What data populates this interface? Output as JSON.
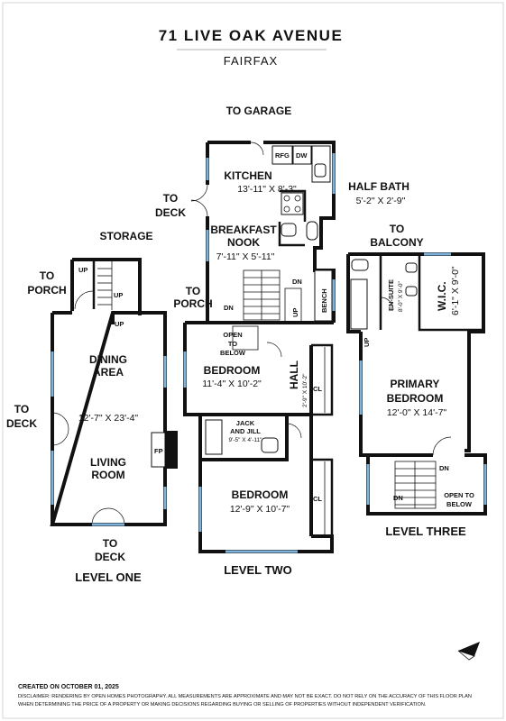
{
  "header": {
    "title": "71 LIVE OAK AVENUE",
    "subtitle": "FAIRFAX"
  },
  "labels": {
    "to_garage": "TO GARAGE",
    "kitchen": "KITCHEN",
    "kitchen_dim": "13'-11\" X 8'-3\"",
    "rfg": "RFG",
    "dw": "DW",
    "to_deck_upper_1": "TO",
    "to_deck_upper_2": "DECK",
    "half_bath": "HALF BATH",
    "half_bath_dim": "5'-2\" X 2'-9\"",
    "breakfast_1": "BREAKFAST",
    "breakfast_2": "NOOK",
    "breakfast_dim": "7'-11\" X 5'-11\"",
    "storage": "STORAGE",
    "to_porch_left_1": "TO",
    "to_porch_left_2": "PORCH",
    "to_porch_mid_1": "TO",
    "to_porch_mid_2": "PORCH",
    "up": "UP",
    "dn": "DN",
    "bench": "BENCH",
    "open_below_1": "OPEN",
    "open_below_2": "TO",
    "open_below_3": "BELOW",
    "bedroom_a": "BEDROOM",
    "bedroom_a_dim": "11'-4\" X 10'-2\"",
    "hall": "HALL",
    "hall_dim": "2'-9\" X 10'-2\"",
    "cl": "CL",
    "jack_1": "JACK",
    "jack_2": "AND JILL",
    "jack_dim": "9'-5\" X 4'-11\"",
    "bedroom_b": "BEDROOM",
    "bedroom_b_dim": "12'-9\" X 10'-7\"",
    "dining_1": "DINING",
    "dining_2": "AREA",
    "living_dim": "12'-7\" X 23'-4\"",
    "living_1": "LIVING",
    "living_2": "ROOM",
    "fp": "FP",
    "to_deck_left_1": "TO",
    "to_deck_left_2": "DECK",
    "to_deck_bottom_1": "TO",
    "to_deck_bottom_2": "DECK",
    "to_balcony_1": "TO",
    "to_balcony_2": "BALCONY",
    "ensuite": "EN-SUITE",
    "ensuite_dim": "8'-0\" X 9'-0\"",
    "wic": "W.I.C.",
    "wic_dim": "6'-1\" X 9'-0\"",
    "primary_1": "PRIMARY",
    "primary_2": "BEDROOM",
    "primary_dim": "12'-0\" X 14'-7\"",
    "open_below_b1": "OPEN TO",
    "open_below_b2": "BELOW"
  },
  "levels": {
    "one": "LEVEL ONE",
    "two": "LEVEL TWO",
    "three": "LEVEL THREE"
  },
  "footer": {
    "created": "CREATED ON OCTOBER 01, 2025",
    "disclaimer_1": "DISCLAIMER: RENDERING BY OPEN HOMES PHOTOGRAPHY. ALL MEASUREMENTS ARE APPROXIMATE AND MAY NOT BE EXACT. DO NOT RELY ON THE ACCURACY OF THIS FLOOR PLAN",
    "disclaimer_2": "WHEN DETERMINING THE PRICE OF A PROPERTY OR MAKING DECISIONS REGARDING BUYING OR SELLING OF PROPERTIES WITHOUT INDEPENDENT VERIFICATION."
  },
  "compass": {
    "icon": "north-arrow-icon"
  },
  "colors": {
    "wall": "#111111",
    "window": "#7fb3d9",
    "background": "#ffffff"
  }
}
